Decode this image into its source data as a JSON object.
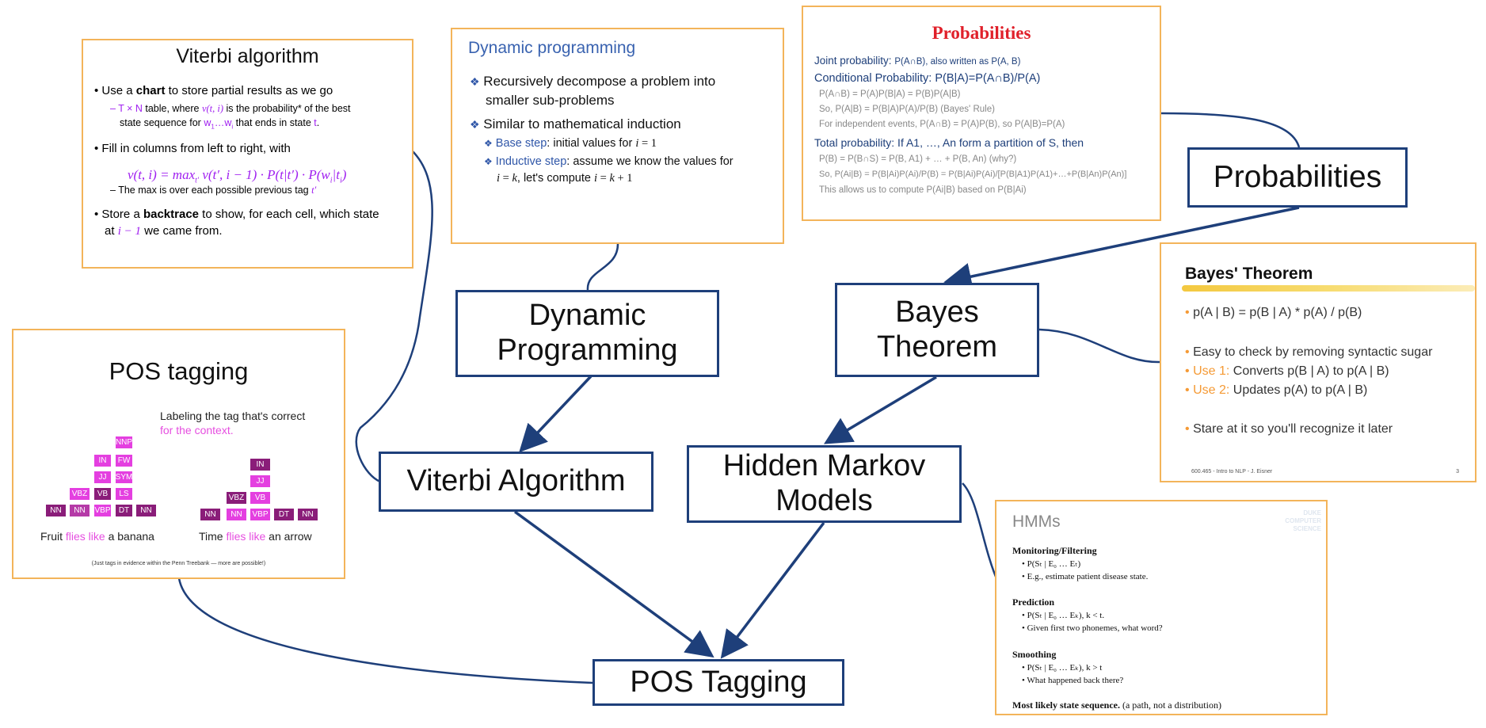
{
  "nodes": {
    "probabilities": "Probabilities",
    "dynamic_programming_1": "Dynamic",
    "dynamic_programming_2": "Programming",
    "bayes_1": "Bayes",
    "bayes_2": "Theorem",
    "viterbi": "Viterbi Algorithm",
    "hmm_1": "Hidden Markov",
    "hmm_2": "Models",
    "pos": "POS Tagging"
  },
  "viterbi_slide": {
    "title": "Viterbi algorithm",
    "b1_a": "Use a ",
    "b1_b": "chart",
    "b1_c": " to store partial results as we go",
    "sub1_a": "– T × N",
    "sub1_b": " table, where ",
    "sub1_c": "v(t, i)",
    "sub1_d": " is the probability* of the best",
    "sub1_e": "state sequence for ",
    "sub1_f": "w",
    "sub1_g": "1",
    "sub1_h": "…w",
    "sub1_i": "i",
    "sub1_j": " that ends in state ",
    "sub1_k": "t",
    "sub1_l": ".",
    "b2": "Fill in columns from left to right, with",
    "formula": "v(t, i) = max",
    "formula_sub": "t′",
    "formula_rest": " v(t′, i − 1) · P(t|t′) · P(w",
    "formula_sub2": "i",
    "formula_end": "|t",
    "formula_sub3": "i",
    "formula_close": ")",
    "sub2_a": "– The max is over each possible previous tag ",
    "sub2_b": "t′",
    "b3_a": "Store a ",
    "b3_b": "backtrace",
    "b3_c": " to show, for each cell, which state",
    "b3_d": "at ",
    "b3_e": "i − 1",
    "b3_f": " we came from."
  },
  "dp_slide": {
    "title": "Dynamic programming",
    "b1_a": "Recursively decompose a problem into",
    "b1_b": "smaller sub-problems",
    "b2": "Similar to mathematical induction",
    "s1_a": "Base step",
    "s1_b": ": initial values for ",
    "s1_c": "i",
    "s1_d": " = 1",
    "s2_a": "Inductive step",
    "s2_b": ": assume we know the values for",
    "s2_c": "i",
    "s2_d": " = ",
    "s2_e": "k",
    "s2_f": ", let's compute ",
    "s2_g": "i",
    "s2_h": " = ",
    "s2_i": "k",
    "s2_j": " + 1"
  },
  "prob_slide": {
    "title": "Probabilities",
    "l1_a": "Joint probability: ",
    "l1_b": "P(A∩B), also written as P(A, B)",
    "l2": "Conditional Probability: P(B|A)=P(A∩B)/P(A)",
    "l3": "P(A∩B) = P(A)P(B|A) = P(B)P(A|B)",
    "l4": "So, P(A|B) = P(B|A)P(A)/P(B) (Bayes' Rule)",
    "l5": "For independent events, P(A∩B) = P(A)P(B), so P(A|B)=P(A)",
    "l6": "Total probability: If A1, …, An form a partition of S, then",
    "l7": "P(B) = P(B∩S) = P(B, A1) + … + P(B, An) (why?)",
    "l8": "So, P(Ai|B) = P(B|Ai)P(Ai)/P(B) = P(B|Ai)P(Ai)/[P(B|A1)P(A1)+…+P(B|An)P(An)]",
    "l9": "This allows us to compute P(Ai|B) based on P(B|Ai)"
  },
  "bayes_slide": {
    "title": "Bayes' Theorem",
    "l1": "p(A | B) = p(B | A) * p(A) / p(B)",
    "l2": "Easy to check by removing syntactic sugar",
    "l3_a": "Use 1:",
    "l3_b": " Converts p(B | A) to p(A | B)",
    "l4_a": "Use 2:",
    "l4_b": " Updates p(A) to p(A | B)",
    "l5": "Stare at it so you'll recognize it later",
    "footer_left": "600.465 - Intro to NLP - J. Eisner",
    "footer_right": "3"
  },
  "pos_slide": {
    "title": "POS tagging",
    "desc_a": "Labeling the tag that's correct",
    "desc_b": "for the context.",
    "s1_a": "Fruit ",
    "s1_b": "flies like",
    "s1_c": " a banana",
    "s2_a": "Time ",
    "s2_b": "flies like",
    "s2_c": " an arrow",
    "footnote": "(Just tags in evidence within the Penn Treebank — more are possible!)",
    "tags1": [
      "NNP",
      "IN",
      "FW",
      "JJ",
      "SYM",
      "VBZ",
      "VB",
      "LS",
      "NN",
      "NN",
      "VBP",
      "DT",
      "NN"
    ],
    "tags2": [
      "IN",
      "JJ",
      "VBZ",
      "VB",
      "NN",
      "NN",
      "VBP",
      "DT",
      "NN"
    ]
  },
  "hmm_slide": {
    "title": "HMMs",
    "h1": "Monitoring/Filtering",
    "h1_i1": "P(Sₜ | E₀ … Eₜ)",
    "h1_i2": "E.g., estimate patient disease state.",
    "h2": "Prediction",
    "h2_i1": "P(Sₜ | E₀ … Eₖ), k < t.",
    "h2_i2": "Given first two phonemes, what word?",
    "h3": "Smoothing",
    "h3_i1": "P(Sₜ | E₀ … Eₖ), k > t",
    "h3_i2": "What happened back there?",
    "h4_a": "Most likely state sequence.",
    "h4_b": " (a path, not a distribution)",
    "logo": "DUKE COMPUTER SCIENCE"
  }
}
